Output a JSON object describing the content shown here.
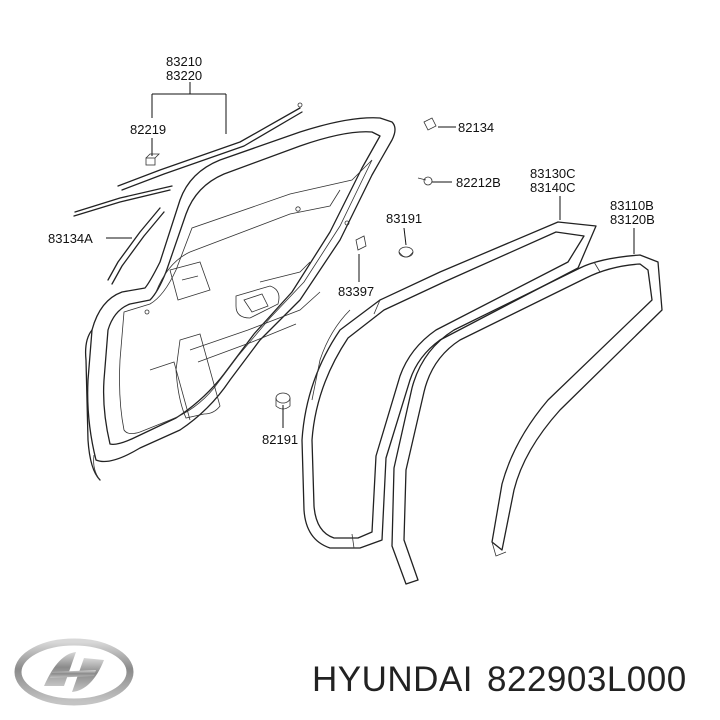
{
  "labels": {
    "p83210": "83210",
    "p83220": "83220",
    "p82219": "82219",
    "p83134A": "83134A",
    "p82134": "82134",
    "p82212B": "82212B",
    "p83191": "83191",
    "p83397": "83397",
    "p82191": "82191",
    "p83130C": "83130C",
    "p83140C": "83140C",
    "p83110B": "83110B",
    "p83120B": "83120B"
  },
  "footer": {
    "brand": "HYUNDAI",
    "part_number": "822903L000"
  },
  "logo_icon": "hyundai-logo-icon"
}
